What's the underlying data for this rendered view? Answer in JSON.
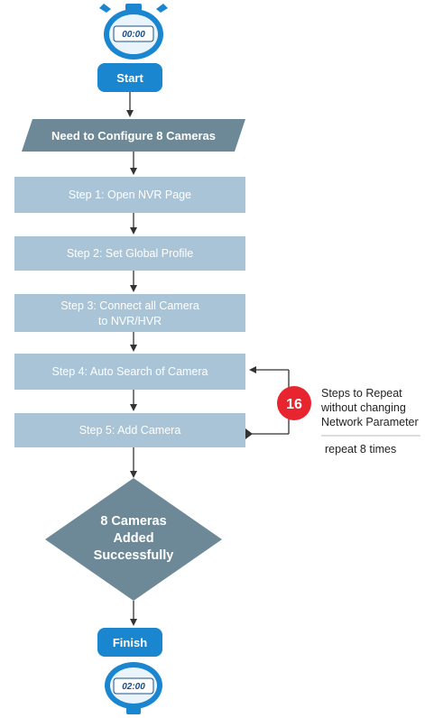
{
  "flowchart": {
    "start_timer": "00:00",
    "start_label": "Start",
    "input_label": "Need to Configure 8 Cameras",
    "steps": [
      {
        "lines": [
          "Step 1: Open NVR Page"
        ]
      },
      {
        "lines": [
          "Step 2: Set Global Profile"
        ]
      },
      {
        "lines": [
          "Step 3: Connect all Camera",
          "to NVR/HVR"
        ]
      },
      {
        "lines": [
          "Step 4: Auto Search of Camera"
        ]
      },
      {
        "lines": [
          "Step 5: Add Camera"
        ]
      }
    ],
    "decision_lines": [
      "8 Cameras",
      "Added",
      "Successfully"
    ],
    "finish_label": "Finish",
    "finish_timer": "02:00"
  },
  "repeat_note": {
    "badge": "16",
    "lines": [
      "Steps to Repeat",
      "without changing",
      "Network Parameter"
    ],
    "sub": "repeat 8 times"
  },
  "colors": {
    "step_fill": "#a9c4d6",
    "dark_fill": "#6d8997",
    "pill_fill": "#1a86cf",
    "badge_fill": "#e8252e",
    "arrow": "#333333"
  }
}
